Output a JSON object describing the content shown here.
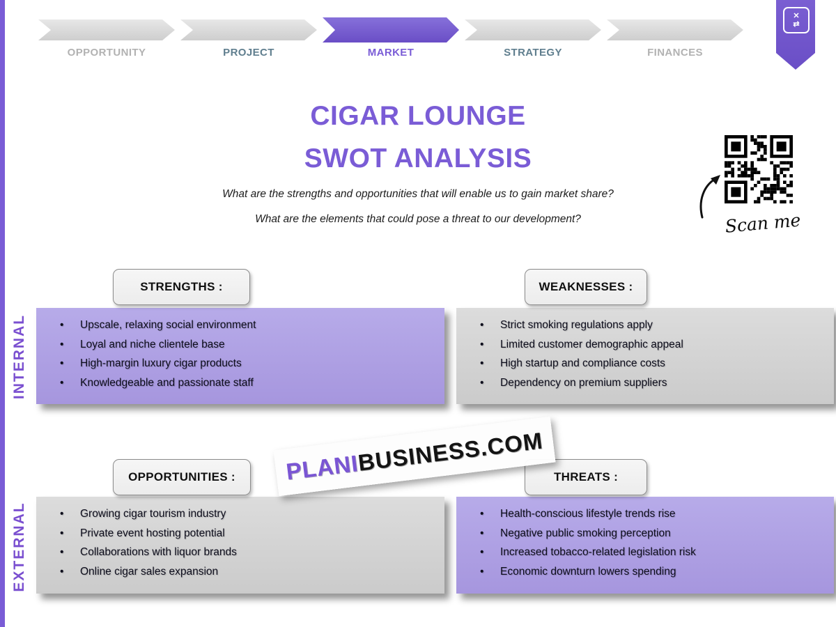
{
  "colors": {
    "accent_purple": "#7A5CD6",
    "active_chevron_purple": "#6A4EC6",
    "light_purple_box": "#AFA1E3",
    "gray_box": "#D3D3D3",
    "chevron_gray": "#D9D9D9",
    "step_label_muted": "#B2B2B2",
    "step_label_slate": "#5F7E8E",
    "pill_background": "#F2F2F2",
    "bullet_text": "#0D0D1C",
    "watermark_purple": "#7A55D4"
  },
  "stepper": {
    "steps": [
      {
        "label": "OPPORTUNITY",
        "active": false
      },
      {
        "label": "PROJECT",
        "active": false
      },
      {
        "label": "MARKET",
        "active": true
      },
      {
        "label": "STRATEGY",
        "active": false
      },
      {
        "label": "FINANCES",
        "active": false
      }
    ]
  },
  "header": {
    "title_line1": "CIGAR LOUNGE",
    "title_line2": "SWOT ANALYSIS",
    "subtitle_line1": "What are the strengths and opportunities that will enable us to gain market share?",
    "subtitle_line2": "What are the elements that could pose a threat to our development?"
  },
  "qr": {
    "caption": "Scan me"
  },
  "icons": {
    "ribbon_logo": "plan-shuffle-icon",
    "qr_arrow": "curved-arrow-icon",
    "qr_code": "qr-code"
  },
  "axes": {
    "internal": "INTERNAL",
    "external": "EXTERNAL"
  },
  "swot": {
    "strengths": {
      "title": "STRENGTHS :",
      "items": [
        "Upscale, relaxing social environment",
        "Loyal and niche clientele base",
        "High-margin luxury cigar products",
        "Knowledgeable and passionate staff"
      ]
    },
    "weaknesses": {
      "title": "WEAKNESSES :",
      "items": [
        "Strict smoking regulations apply",
        "Limited customer demographic appeal",
        "High startup and compliance costs",
        "Dependency on premium suppliers"
      ]
    },
    "opportunities": {
      "title": "OPPORTUNITIES :",
      "items": [
        "Growing cigar tourism industry",
        "Private event hosting potential",
        "Collaborations with liquor brands",
        "Online cigar sales expansion"
      ]
    },
    "threats": {
      "title": "THREATS :",
      "items": [
        "Health-conscious lifestyle trends rise",
        "Negative public smoking perception",
        "Increased tobacco-related legislation risk",
        "Economic downturn lowers spending"
      ]
    }
  },
  "watermark": {
    "brand_part1": "PLANI",
    "brand_part2": "BUSINESS",
    "brand_part3": ".COM"
  }
}
